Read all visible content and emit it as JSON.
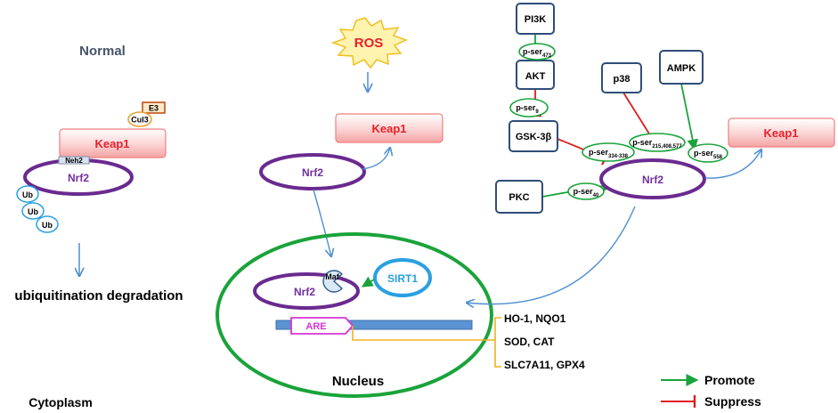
{
  "normal_panel": {
    "title": "Normal",
    "e3": "E3",
    "cul3": "Cul3",
    "keap1": "Keap1",
    "neh2": "Neh2",
    "nrf2": "Nrf2",
    "ub": [
      "Ub",
      "Ub",
      "Ub"
    ],
    "outcome": "ubiquitination degradation",
    "cytoplasm": "Cytoplasm"
  },
  "ros_panel": {
    "ros": "ROS",
    "keap1": "Keap1",
    "nrf2": "Nrf2"
  },
  "nucleus": {
    "label": "Nucleus",
    "maf": "Maf",
    "nrf2": "Nrf2",
    "sirt1": "SIRT1",
    "are": "ARE",
    "targets": [
      "HO-1, NQO1",
      "SOD, CAT",
      "SLC7A11, GPX4"
    ]
  },
  "kinase_panel": {
    "pi3k": "PI3K",
    "akt": "AKT",
    "gsk3b": "GSK-3β",
    "p38": "p38",
    "ampk": "AMPK",
    "pkc": "PKC",
    "nrf2": "Nrf2",
    "keap1": "Keap1",
    "sites": [
      {
        "base": "p-ser",
        "sub": "473"
      },
      {
        "base": "p-ser",
        "sub": "9"
      },
      {
        "base": "p-ser",
        "sub": "334-338"
      },
      {
        "base": "p-ser",
        "sub": "215,408,577"
      },
      {
        "base": "p-ser",
        "sub": "558"
      },
      {
        "base": "p-ser",
        "sub": "40"
      }
    ]
  },
  "legend": {
    "promote": "Promote",
    "suppress": "Suppress"
  },
  "colors": {
    "promote": "#1aa33a",
    "suppress": "#e01b1b",
    "nrf2": "#6a2a8f",
    "keap1": "#e8202a",
    "blue_arrow": "#4f8fcf",
    "target_line": "#f0b020",
    "are": "#d634d6"
  }
}
